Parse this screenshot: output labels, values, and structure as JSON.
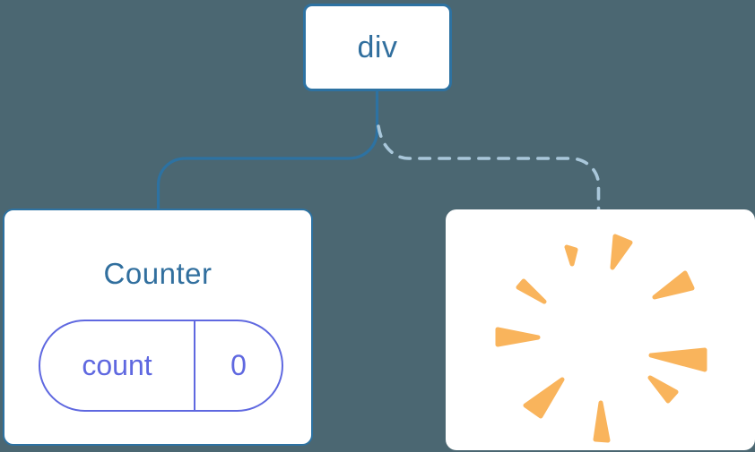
{
  "diagram": {
    "root": {
      "label": "div"
    },
    "counter": {
      "title": "Counter",
      "state": {
        "key": "count",
        "value": "0"
      }
    },
    "poof": {
      "icon": "poof-burst-icon"
    }
  },
  "colors": {
    "background": "#4b6772",
    "box_fill": "#ffffff",
    "box_border": "#2d72a2",
    "node_text": "#316f9e",
    "solid_line": "#2d72a2",
    "dashed_line": "#a9c7da",
    "state_accent": "#5f68e0",
    "poof": "#f9b45c"
  }
}
